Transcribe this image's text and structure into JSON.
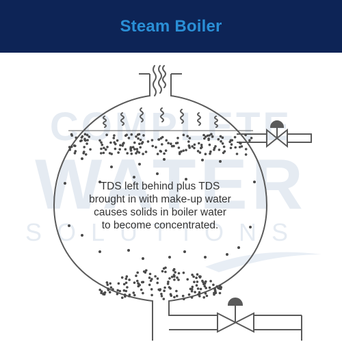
{
  "header": {
    "title": "Steam Boiler",
    "background": "#0d2456",
    "title_color": "#2a8fd6"
  },
  "watermark": {
    "line1": "COMPLETE",
    "line2": "WATER",
    "line3": "SOLUTIONS"
  },
  "diagram": {
    "caption_lines": [
      "TDS left behind plus TDS",
      "brought in with make-up water",
      "causes solids in boiler water",
      "to become concentrated."
    ],
    "icons": {
      "steam": "steam-wavy-lines",
      "valve": "gate-valve-icon"
    },
    "colors": {
      "outline": "#5a5a5a",
      "dots": "#4a4a4a",
      "text": "#333333"
    }
  }
}
